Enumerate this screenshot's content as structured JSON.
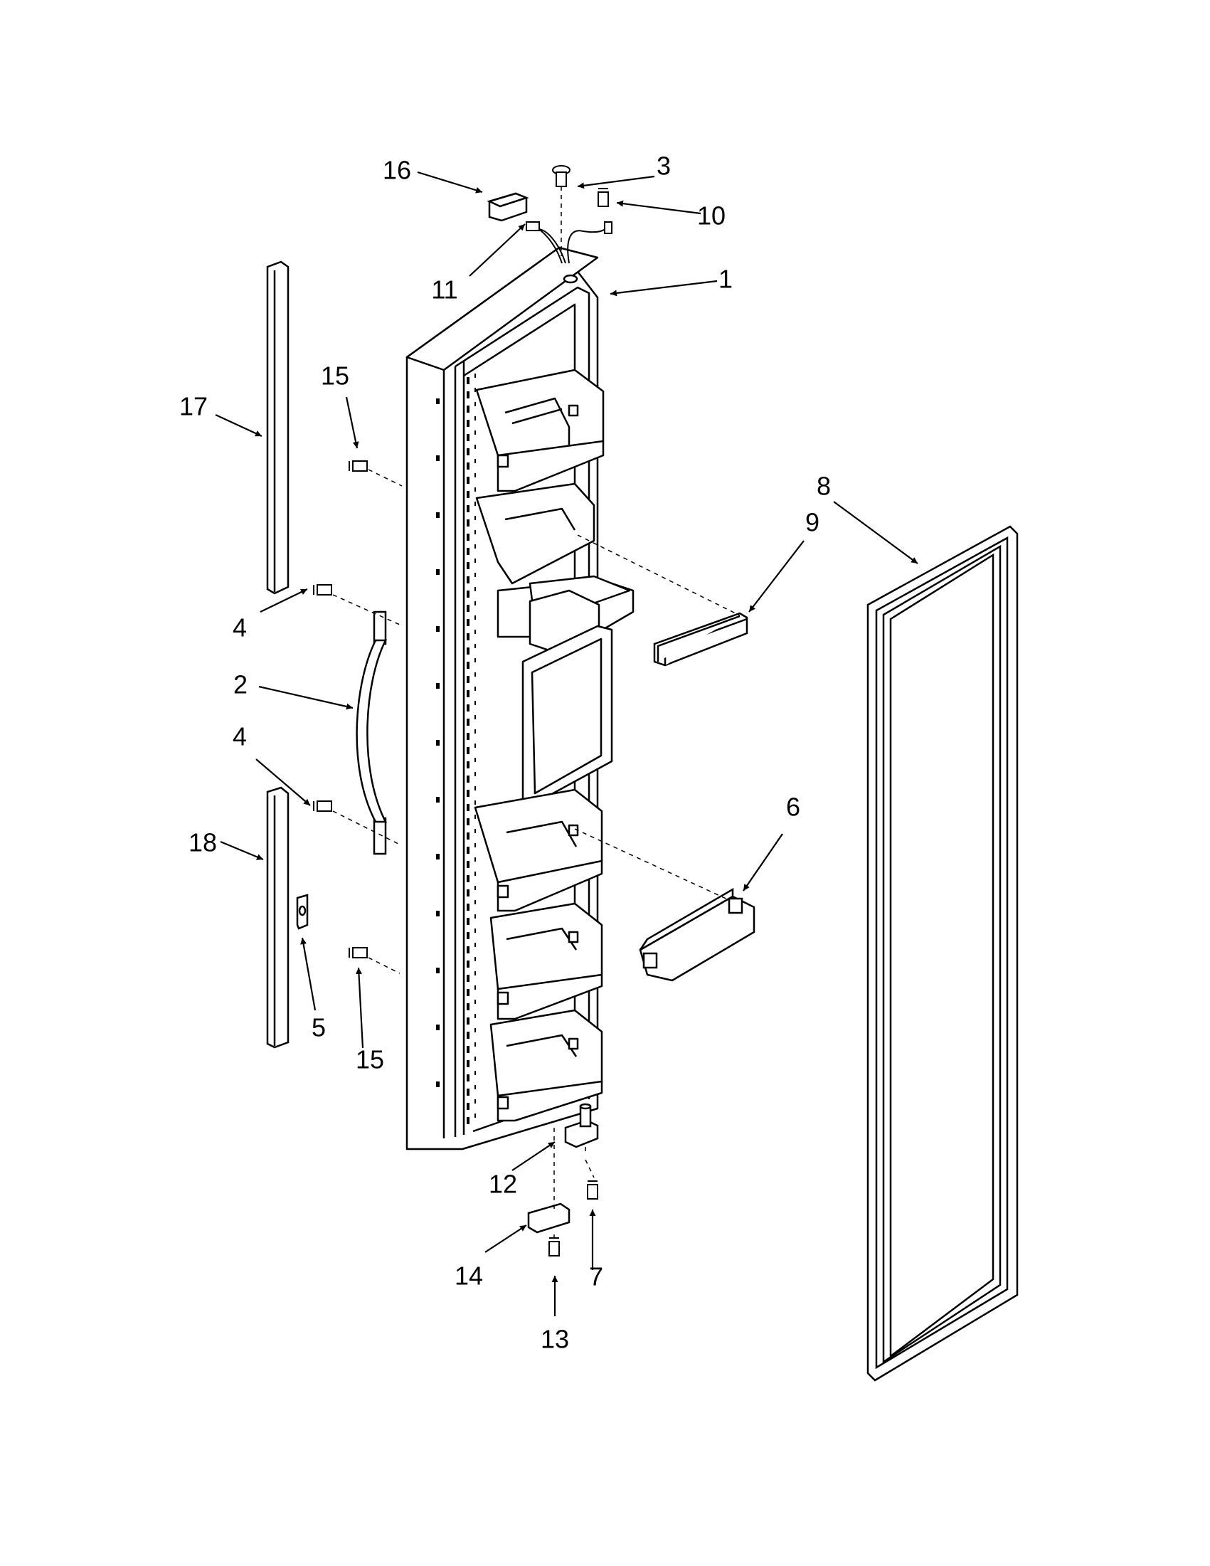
{
  "diagram": {
    "line_color": "#000000",
    "background": "#ffffff",
    "callouts": {
      "c1": "1",
      "c2": "2",
      "c3": "3",
      "c4a": "4",
      "c4b": "4",
      "c5": "5",
      "c6": "6",
      "c7": "7",
      "c8": "8",
      "c9": "9",
      "c10": "10",
      "c11": "11",
      "c12": "12",
      "c13": "13",
      "c14": "14",
      "c15a": "15",
      "c15b": "15",
      "c16": "16",
      "c17": "17",
      "c18": "18"
    }
  }
}
